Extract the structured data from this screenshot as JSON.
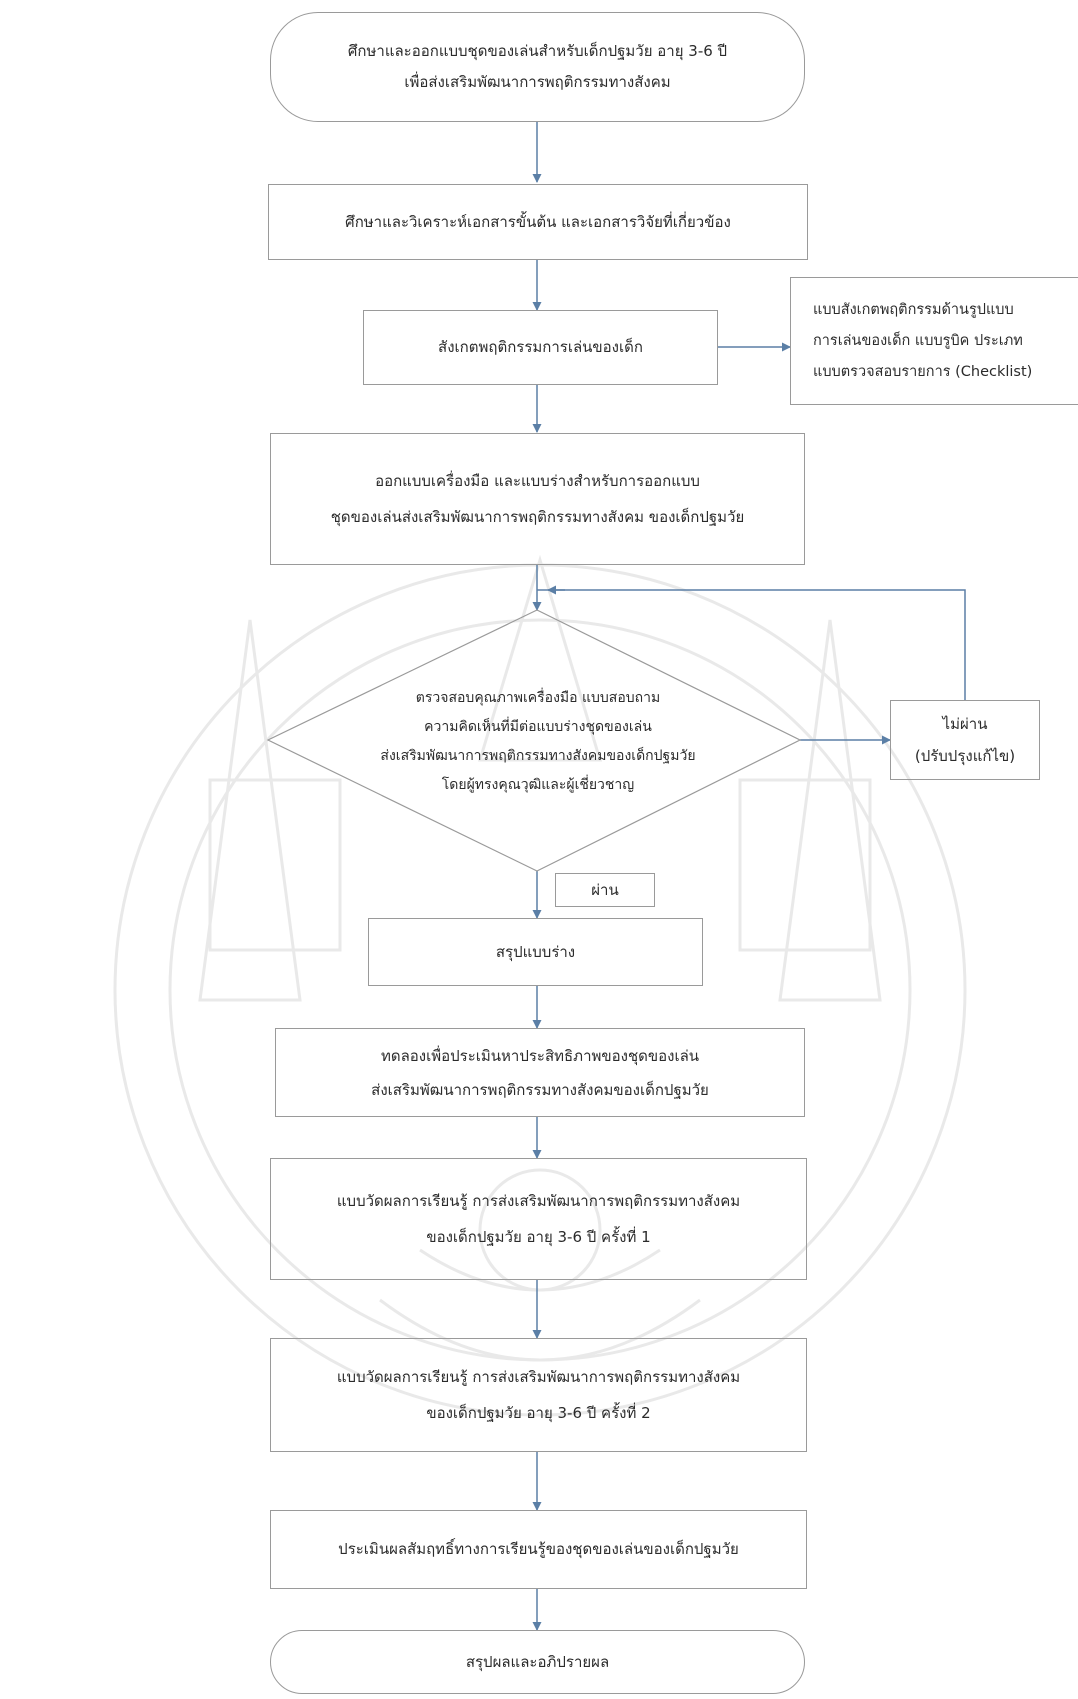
{
  "diagram": {
    "start": {
      "line1": "ศึกษาและออกแบบชุดของเล่นสำหรับเด็กปฐมวัย อายุ 3-6 ปี",
      "line2": "เพื่อส่งเสริมพัฒนาการพฤติกรรมทางสังคม"
    },
    "step_study": "ศึกษาและวิเคราะห์เอกสารขั้นต้น และเอกสารวิจัยที่เกี่ยวข้อง",
    "step_observe": "สังเกตพฤติกรรมการเล่นของเด็ก",
    "side_note": {
      "line1": "แบบสังเกตพฤติกรรมด้านรูปแบบ",
      "line2": "การเล่นของเด็ก แบบรูบิค ประเภท",
      "line3": "แบบตรวจสอบรายการ (Checklist)"
    },
    "step_design": {
      "line1": "ออกแบบเครื่องมือ และแบบร่างสำหรับการออกแบบ",
      "line2": "ชุดของเล่นส่งเสริมพัฒนาการพฤติกรรมทางสังคม ของเด็กปฐมวัย"
    },
    "decision": {
      "line1": "ตรวจสอบคุณภาพเครื่องมือ แบบสอบถาม",
      "line2": "ความคิดเห็นที่มีต่อแบบร่างชุดของเล่น",
      "line3": "ส่งเสริมพัฒนาการพฤติกรรมทางสังคมของเด็กปฐมวัย",
      "line4": "โดยผู้ทรงคุณวุฒิและผู้เชี่ยวชาญ"
    },
    "fail": {
      "line1": "ไม่ผ่าน",
      "line2": "(ปรับปรุงแก้ไข)"
    },
    "pass_label": "ผ่าน",
    "step_summary": "สรุปแบบร่าง",
    "step_experiment": {
      "line1": "ทดลองเพื่อประเมินหาประสิทธิภาพของชุดของเล่น",
      "line2": "ส่งเสริมพัฒนาการพฤติกรรมทางสังคมของเด็กปฐมวัย"
    },
    "step_measure1": {
      "line1": "แบบวัดผลการเรียนรู้ การส่งเสริมพัฒนาการพฤติกรรมทางสังคม",
      "line2": "ของเด็กปฐมวัย อายุ 3-6 ปี  ครั้งที่ 1"
    },
    "step_measure2": {
      "line1": "แบบวัดผลการเรียนรู้ การส่งเสริมพัฒนาการพฤติกรรมทางสังคม",
      "line2": "ของเด็กปฐมวัย อายุ 3-6 ปี ครั้งที่ 2"
    },
    "step_evaluate": "ประเมินผลสัมฤทธิ์ทางการเรียนรู้ของชุดของเล่นของเด็กปฐมวัย",
    "end": "สรุปผลและอภิปรายผล",
    "line_color": "#5b7fa6",
    "border_color": "#9a9a9a"
  }
}
